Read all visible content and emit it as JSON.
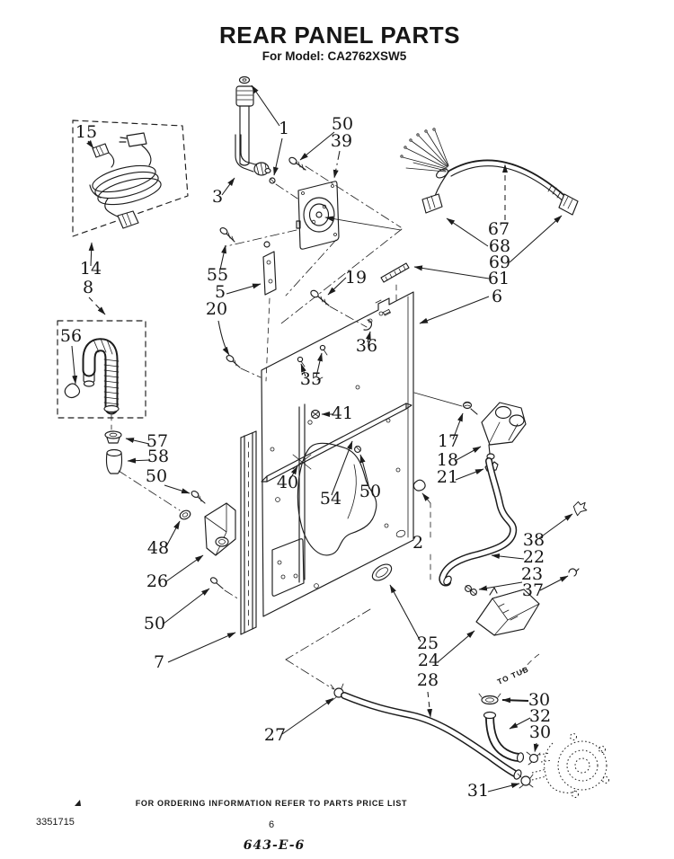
{
  "title": "REAR PANEL PARTS",
  "subtitle": "For Model:  CA2762XSW5",
  "diagram": {
    "to_tub_label": "TO TUB"
  },
  "colors": {
    "ink": "#1c1c1c",
    "paper": "#ffffff"
  },
  "callouts": [
    {
      "label": "15"
    },
    {
      "label": "14"
    },
    {
      "label": "8"
    },
    {
      "label": "1"
    },
    {
      "label": "50"
    },
    {
      "label": "39"
    },
    {
      "label": "3"
    },
    {
      "label": "67"
    },
    {
      "label": "68"
    },
    {
      "label": "69"
    },
    {
      "label": "61"
    },
    {
      "label": "6"
    },
    {
      "label": "55"
    },
    {
      "label": "5"
    },
    {
      "label": "20"
    },
    {
      "label": "19"
    },
    {
      "label": "36"
    },
    {
      "label": "35"
    },
    {
      "label": "56"
    },
    {
      "label": "57"
    },
    {
      "label": "58"
    },
    {
      "label": "50"
    },
    {
      "label": "41"
    },
    {
      "label": "40"
    },
    {
      "label": "54"
    },
    {
      "label": "50"
    },
    {
      "label": "17"
    },
    {
      "label": "18"
    },
    {
      "label": "21"
    },
    {
      "label": "2"
    },
    {
      "label": "48"
    },
    {
      "label": "26"
    },
    {
      "label": "50"
    },
    {
      "label": "7"
    },
    {
      "label": "38"
    },
    {
      "label": "22"
    },
    {
      "label": "23"
    },
    {
      "label": "37"
    },
    {
      "label": "25"
    },
    {
      "label": "24"
    },
    {
      "label": "28"
    },
    {
      "label": "27"
    },
    {
      "label": "30"
    },
    {
      "label": "32"
    },
    {
      "label": "30"
    },
    {
      "label": "31"
    }
  ],
  "footer": {
    "ordering_note": "FOR ORDERING INFORMATION REFER TO PARTS PRICE LIST",
    "doc_number": "3351715",
    "page_number": "6",
    "plate_code": "643-E-6"
  }
}
